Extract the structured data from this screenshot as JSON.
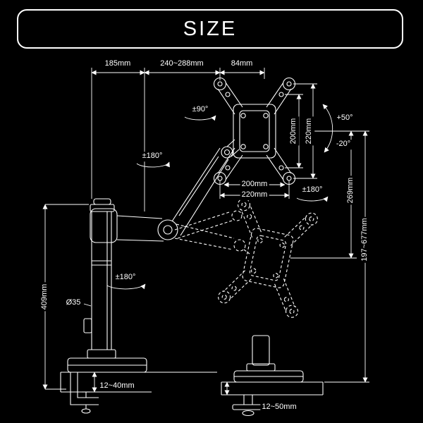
{
  "colors": {
    "background": "#000000",
    "line": "#ffffff"
  },
  "title": "SIZE",
  "labels": {
    "arm_segment_pole": "185mm",
    "arm_segment_mid": "240~288mm",
    "arm_segment_head": "84mm",
    "head_rotation": "±90°",
    "arm_swivel": "±180°",
    "vesa_height_inner": "200mm",
    "vesa_height_outer": "220mm",
    "tilt_up": "+50°",
    "tilt_down": "-20°",
    "drop_range": "269mm",
    "head_swivel": "±180°",
    "height_range": "197~677mm",
    "vesa_width_inner": "200mm",
    "vesa_width_outer": "220mm",
    "pole_height": "409mm",
    "pole_diameter": "Ø35",
    "pole_swivel": "±180°",
    "clamp_desk_thickness": "12~40mm",
    "grommet_desk_thickness": "12~50mm"
  }
}
